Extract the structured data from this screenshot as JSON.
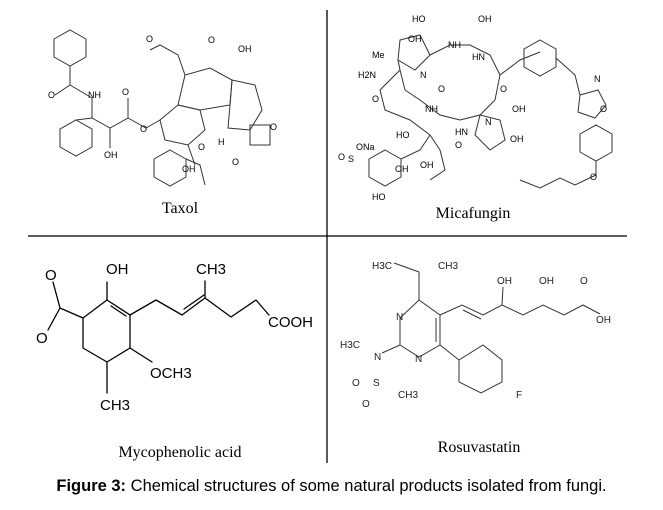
{
  "figure": {
    "caption_label": "Figure 3:",
    "caption_text": " Chemical structures of some natural products isolated from fungi."
  },
  "structures": [
    {
      "name": "Taxol",
      "atoms": [
        "NH",
        "O",
        "O",
        "O",
        "OH",
        "OH",
        "OH",
        "O",
        "O",
        "O",
        "O",
        "H",
        "O"
      ]
    },
    {
      "name": "Micafungin",
      "atoms": [
        "HO",
        "OH",
        "Me",
        "OH",
        "NH",
        "H2N",
        "O",
        "HN",
        "N",
        "O",
        "NH",
        "O",
        "OH",
        "HO",
        "OH",
        "N",
        "HN",
        "OH",
        "O",
        "OH",
        "ONa",
        "O",
        "S",
        "HO",
        "N",
        "O",
        "O"
      ]
    },
    {
      "name": "Mycophenolic acid",
      "atoms": [
        "OH",
        "CH3",
        "O",
        "O",
        "COOH",
        "OCH3",
        "CH3"
      ]
    },
    {
      "name": "Rosuvastatin",
      "atoms": [
        "H3C",
        "CH3",
        "OH",
        "OH",
        "O",
        "N",
        "N",
        "H3C",
        "N",
        "OH",
        "O",
        "S",
        "CH3",
        "O",
        "F"
      ]
    }
  ]
}
